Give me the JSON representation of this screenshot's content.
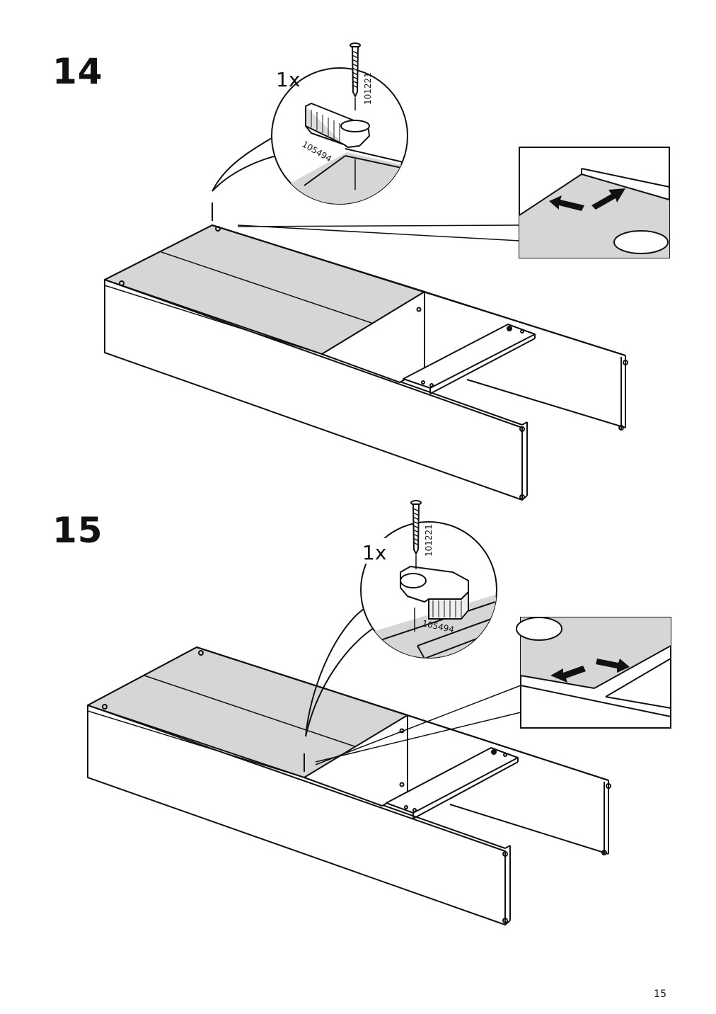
{
  "steps": [
    {
      "number": "14",
      "detail": {
        "quantity": "1x",
        "screw_part": "101221",
        "bracket_part": "105494"
      }
    },
    {
      "number": "15",
      "detail": {
        "quantity": "1x",
        "screw_part": "101221",
        "bracket_part": "105494"
      }
    }
  ],
  "page_number": "15",
  "colors": {
    "panel_gray": "#d6d6d6",
    "line": "#111111",
    "background": "#ffffff"
  },
  "icons": [
    "screw-icon",
    "bracket-icon",
    "push-arrow-icon"
  ]
}
